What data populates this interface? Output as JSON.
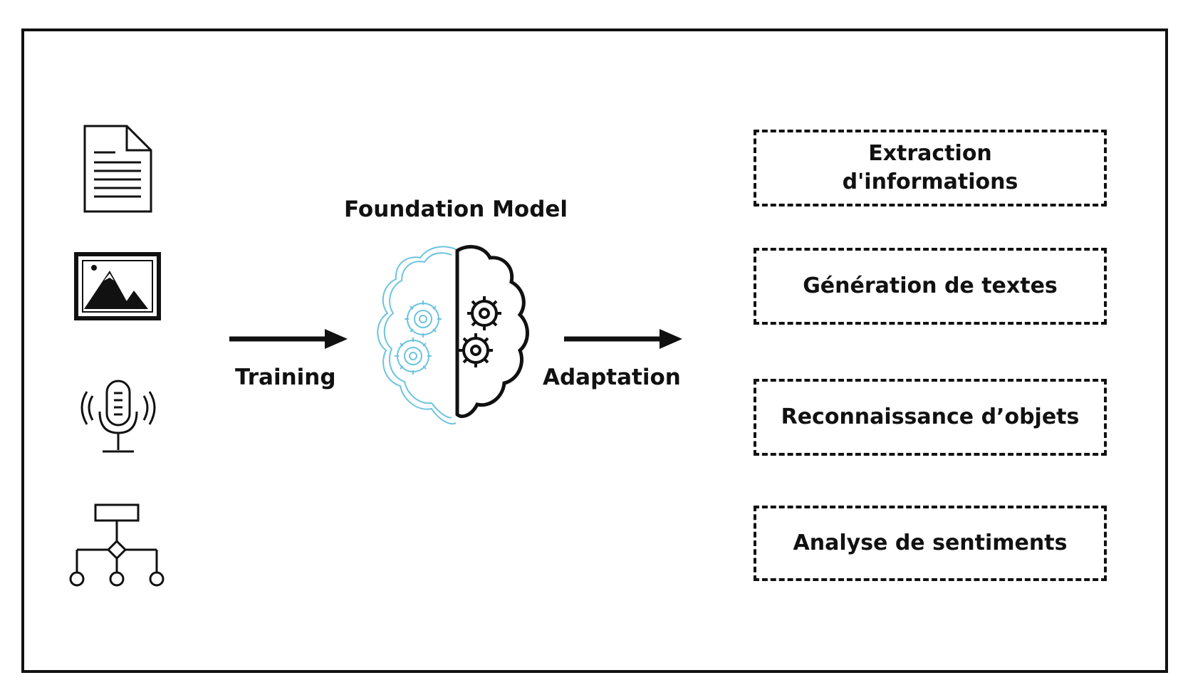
{
  "diagram": {
    "inputs": [
      {
        "icon": "document-icon"
      },
      {
        "icon": "image-icon"
      },
      {
        "icon": "microphone-icon"
      },
      {
        "icon": "hierarchy-icon"
      }
    ],
    "training_label": "Training",
    "model_title": "Foundation Model",
    "model_icon": "brain-gears-icon",
    "adaptation_label": "Adaptation",
    "tasks": [
      {
        "line1": "Extraction",
        "line2": "d'informations"
      },
      {
        "line1": "Génération de textes"
      },
      {
        "line1": "Reconnaissance d’objets"
      },
      {
        "line1": "Analyse de sentiments"
      }
    ],
    "colors": {
      "line": "#111111",
      "accent": "#6cc4de"
    }
  }
}
